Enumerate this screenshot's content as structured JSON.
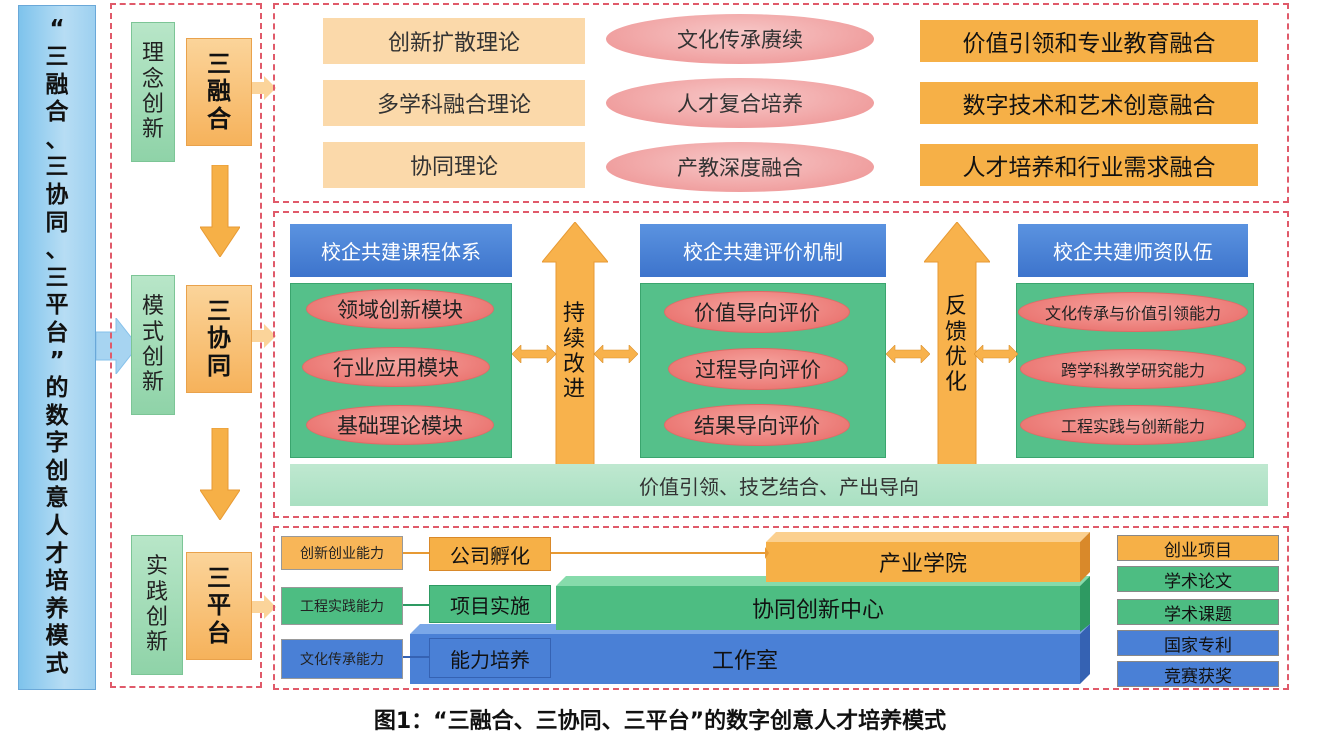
{
  "main_title": "“三融合、三协同、三平台”的数字创意人才培养模式",
  "side": {
    "concept_innovation": "理念创新",
    "model_innovation": "模式创新",
    "practice_innovation": "实践创新",
    "san_rong_he": "三融合",
    "san_xie_tong": "三协同",
    "san_ping_tai": "三平台"
  },
  "theories": [
    "创新扩散理论",
    "多学科融合理论",
    "协同理论"
  ],
  "goals": [
    "文化传承赓续",
    "人才复合培养",
    "产教深度融合"
  ],
  "integrations": [
    "价值引领和专业教育融合",
    "数字技术和艺术创意融合",
    "人才培养和行业需求融合"
  ],
  "collab": {
    "course_system": {
      "title": "校企共建课程体系",
      "items": [
        "领域创新模块",
        "行业应用模块",
        "基础理论模块"
      ]
    },
    "continuous_improvement": "持续改进",
    "evaluation": {
      "title": "校企共建评价机制",
      "items": [
        "价值导向评价",
        "过程导向评价",
        "结果导向评价"
      ]
    },
    "feedback": "反馈优化",
    "faculty": {
      "title": "校企共建师资队伍",
      "items": [
        "文化传承与价值引领能力",
        "跨学科教学研究能力",
        "工程实践与创新能力"
      ]
    },
    "banner": "价值引领、技艺结合、产出导向"
  },
  "platforms": {
    "abilities": [
      "创新创业能力",
      "工程实践能力",
      "文化传承能力"
    ],
    "actions": [
      "公司孵化",
      "项目实施",
      "能力培养"
    ],
    "layers": [
      "产业学院",
      "协同创新中心",
      "工作室"
    ]
  },
  "outcomes": [
    "创业项目",
    "学术论文",
    "学术课题",
    "国家专利",
    "竞赛获奖"
  ],
  "caption": "图1：“三融合、三协同、三平台”的数字创意人才培养模式",
  "colors": {
    "title_blue": "#9dd0f0",
    "dash_red": "#e05a6a",
    "orange": "#f6b047",
    "green": "#55c08a",
    "blue": "#4a80d6",
    "pink": "#ef9a9a"
  }
}
